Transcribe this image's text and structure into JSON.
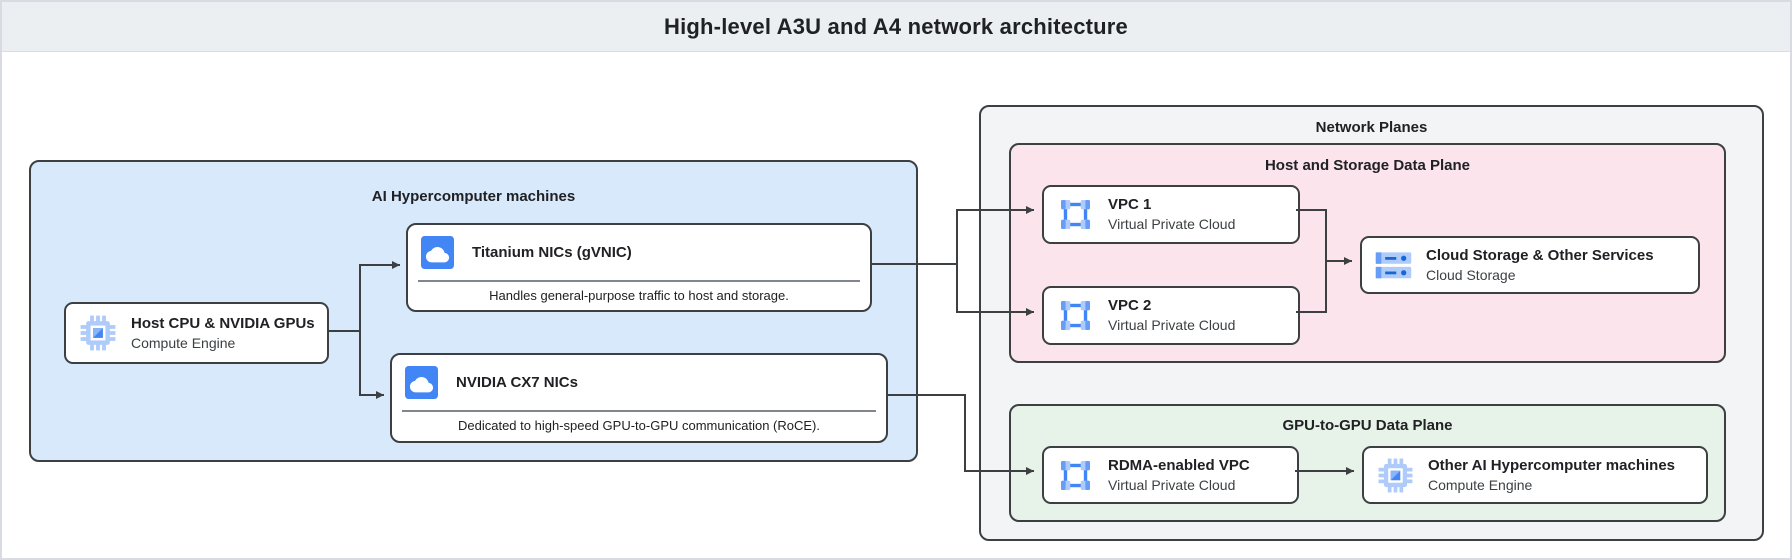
{
  "header": {
    "title": "High-level A3U and A4 network architecture"
  },
  "left_group": {
    "label": "AI Hypercomputer machines",
    "host": {
      "title": "Host CPU & NVIDIA GPUs",
      "subtitle": "Compute Engine",
      "icon": "compute-engine-chip-icon"
    },
    "titanium": {
      "title": "Titanium NICs (gVNIC)",
      "description": "Handles general-purpose traffic to host and storage.",
      "icon": "cloud-icon"
    },
    "cx7": {
      "title": "NVIDIA CX7 NICs",
      "description": "Dedicated to high-speed GPU-to-GPU communication (RoCE).",
      "icon": "cloud-icon"
    }
  },
  "network_planes": {
    "label": "Network Planes",
    "host_storage_plane": {
      "label": "Host and Storage Data Plane",
      "vpc1": {
        "title": "VPC 1",
        "subtitle": "Virtual Private Cloud",
        "icon": "vpc-icon"
      },
      "vpc2": {
        "title": "VPC 2",
        "subtitle": "Virtual Private Cloud",
        "icon": "vpc-icon"
      },
      "storage": {
        "title": "Cloud Storage & Other Services",
        "subtitle": "Cloud Storage",
        "icon": "cloud-storage-icon"
      }
    },
    "gpu_plane": {
      "label": "GPU-to-GPU Data Plane",
      "rdma": {
        "title": "RDMA-enabled VPC",
        "subtitle": "Virtual Private Cloud",
        "icon": "vpc-icon"
      },
      "other": {
        "title": "Other AI Hypercomputer machines",
        "subtitle": "Compute Engine",
        "icon": "compute-engine-chip-icon"
      }
    }
  },
  "colors": {
    "header_bg": "#eceff1",
    "machines_fill": "#d9e9fc",
    "planes_fill": "#f3f4f5",
    "host_storage_plane_fill": "#fce4ec",
    "gpu_plane_fill": "#e7f3e8",
    "container_border": "#3c4043",
    "connector": "#3c4043",
    "icon_blue": "#4285f4",
    "icon_light_blue": "#aecbfa"
  }
}
